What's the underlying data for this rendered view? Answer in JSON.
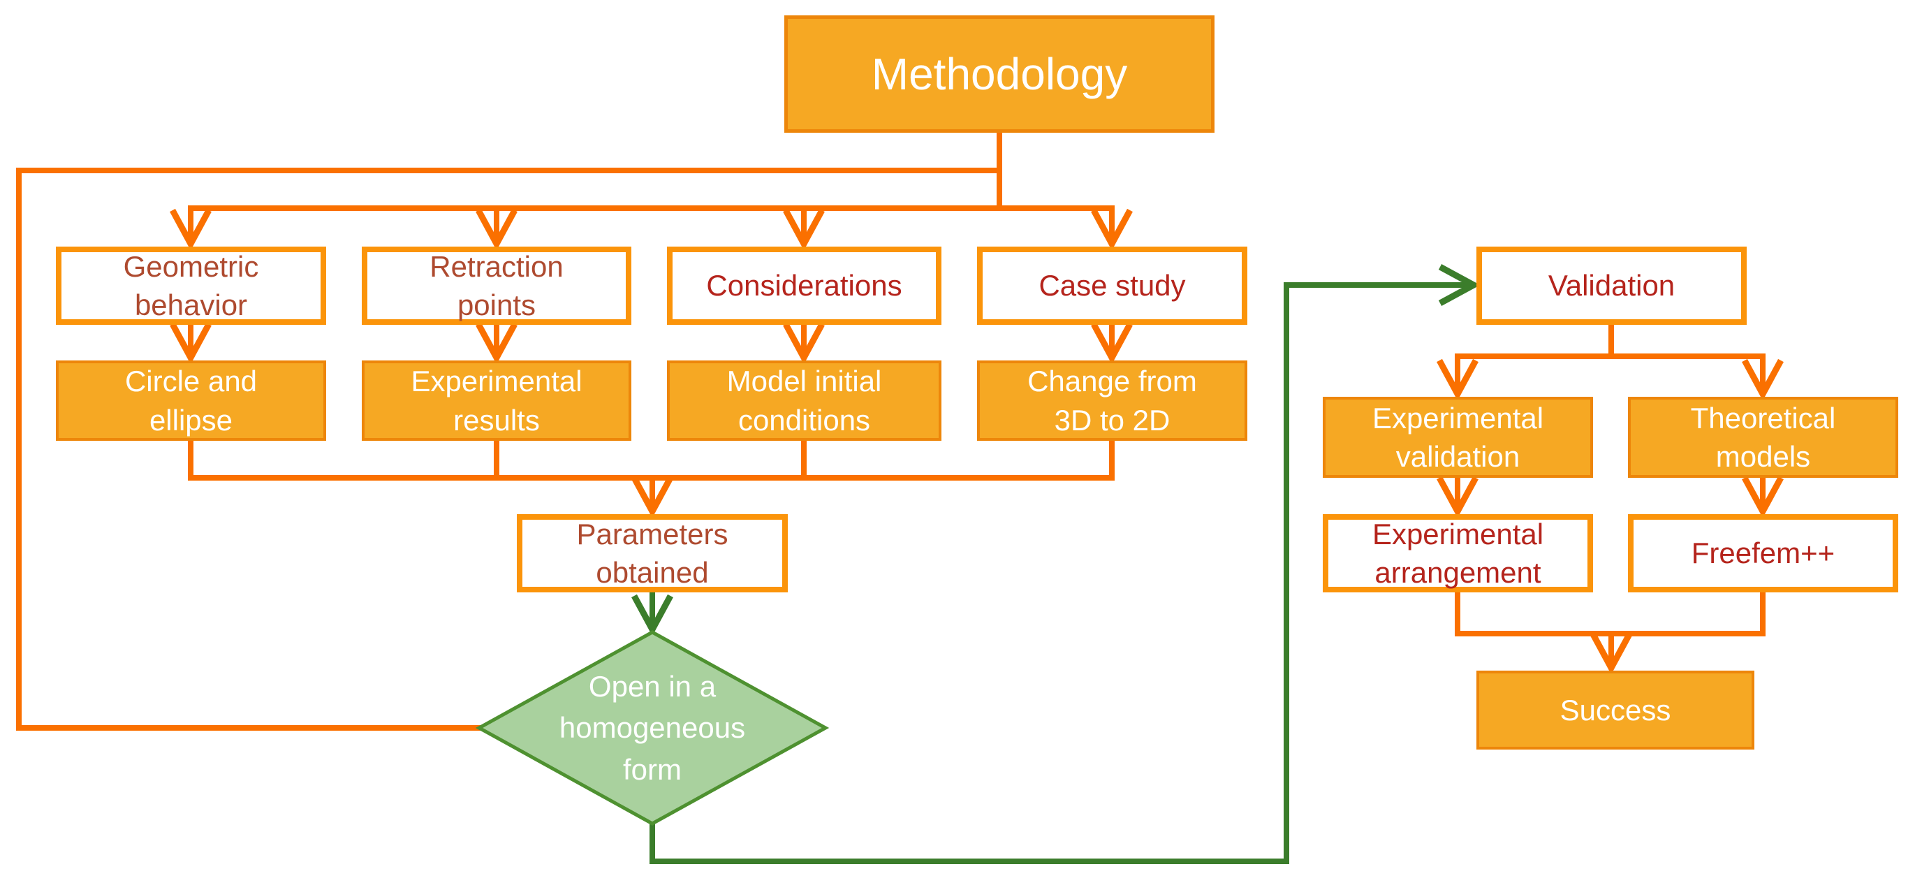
{
  "diagram": {
    "title": "Methodology",
    "colors": {
      "orange_fill": "#F6A823",
      "orange_box_border": "#ED860A",
      "white_box_border": "#FB940A",
      "connector_orange": "#FA7000",
      "connector_green": "#3B7D2B",
      "diamond_fill": "#A9D19E",
      "diamond_border": "#4E9130",
      "text_white": "#FFFFFF",
      "text_brick_red": "#AE4A2F",
      "text_crimson": "#B5241C"
    },
    "nodes": {
      "methodology": {
        "label": "Methodology",
        "text_color": "#FFFFFF"
      },
      "geometric_behavior": {
        "label": "Geometric\nbehavior",
        "text_color": "#AE4A2F"
      },
      "retraction_points": {
        "label": "Retraction\npoints",
        "text_color": "#AE4A2F"
      },
      "considerations": {
        "label": "Considerations",
        "text_color": "#B5241C"
      },
      "case_study": {
        "label": "Case study",
        "text_color": "#B5241C"
      },
      "circle_ellipse": {
        "label": "Circle and\nellipse",
        "text_color": "#FFFFFF"
      },
      "experimental_results": {
        "label": "Experimental\nresults",
        "text_color": "#FFFFFF"
      },
      "model_initial_conditions": {
        "label": "Model initial\nconditions",
        "text_color": "#FFFFFF"
      },
      "change_3d_2d": {
        "label": "Change from\n3D to 2D",
        "text_color": "#FFFFFF"
      },
      "parameters_obtained": {
        "label": "Parameters\nobtained",
        "text_color": "#AE4A2F"
      },
      "open_homogeneous": {
        "label": "Open in a\nhomogeneous\nform",
        "text_color": "#FFFFFF"
      },
      "validation": {
        "label": "Validation",
        "text_color": "#B5241C"
      },
      "experimental_validation": {
        "label": "Experimental\nvalidation",
        "text_color": "#FFFFFF"
      },
      "theoretical_models": {
        "label": "Theoretical\nmodels",
        "text_color": "#FFFFFF"
      },
      "experimental_arrangement": {
        "label": "Experimental\narrangement",
        "text_color": "#B5241C"
      },
      "freefem": {
        "label": "Freefem++",
        "text_color": "#B5241C"
      },
      "success": {
        "label": "Success",
        "text_color": "#FFFFFF"
      }
    },
    "edges": [
      "Methodology -> Geometric behavior",
      "Methodology -> Retraction points",
      "Methodology -> Considerations",
      "Methodology -> Case study",
      "Geometric behavior -> Circle and ellipse",
      "Retraction points -> Experimental results",
      "Considerations -> Model initial conditions",
      "Case study -> Change from 3D to 2D",
      "Circle and ellipse + Experimental results + Model initial conditions + Change from 3D to 2D -> Parameters obtained",
      "Parameters obtained -> Open in a homogeneous form",
      "Methodology — Open in a homogeneous form (left feedback link)",
      "Open in a homogeneous form -> Validation",
      "Validation -> Experimental validation",
      "Validation -> Theoretical models",
      "Experimental validation -> Experimental arrangement",
      "Theoretical models -> Freefem++",
      "Experimental arrangement + Freefem++ -> Success"
    ]
  }
}
